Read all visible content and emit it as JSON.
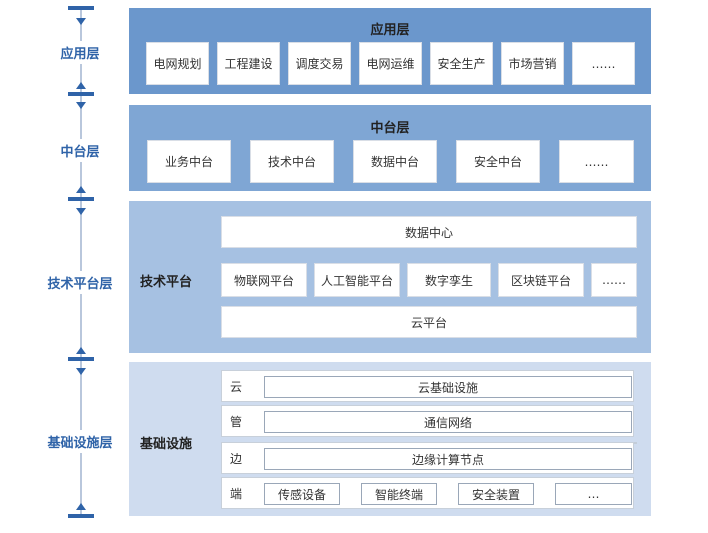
{
  "colors": {
    "accent": "#2f63a8",
    "app_panel": "#6b97cc",
    "mid_panel": "#7fa6d4",
    "tech_panel": "#a6c1e2",
    "infra_panel": "#cfdcef"
  },
  "axis": {
    "labels": [
      "应用层",
      "中台层",
      "技术平台层",
      "基础设施层"
    ]
  },
  "app_layer": {
    "title": "应用层",
    "items": [
      "电网规划",
      "工程建设",
      "调度交易",
      "电网运维",
      "安全生产",
      "市场营销",
      "……"
    ]
  },
  "mid_layer": {
    "title": "中台层",
    "items": [
      "业务中台",
      "技术中台",
      "数据中台",
      "安全中台",
      "……"
    ]
  },
  "tech_layer": {
    "label": "技术平台",
    "data_center": "数据中心",
    "items": [
      "物联网平台",
      "人工智能平台",
      "数字孪生",
      "区块链平台",
      "……"
    ],
    "cloud_platform": "云平台"
  },
  "infra_layer": {
    "label": "基础设施",
    "rows": [
      {
        "letter": "云",
        "items": [
          "云基础设施"
        ]
      },
      {
        "letter": "管",
        "items": [
          "通信网络"
        ]
      },
      {
        "letter": "边",
        "items": [
          "边缘计算节点"
        ]
      },
      {
        "letter": "端",
        "items": [
          "传感设备",
          "智能终端",
          "安全装置",
          "…"
        ]
      }
    ]
  }
}
